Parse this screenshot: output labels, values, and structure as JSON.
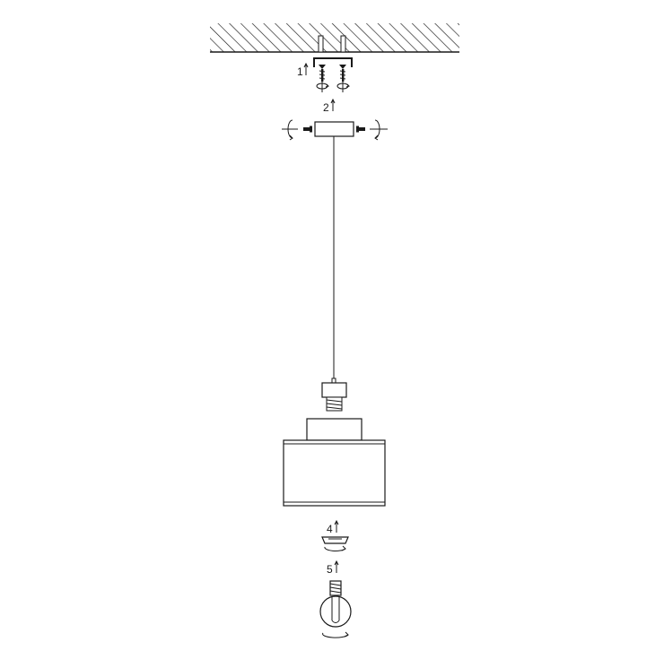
{
  "diagram": {
    "steps": [
      {
        "label": "1",
        "part": "mounting-bracket-screws"
      },
      {
        "label": "2",
        "part": "canopy"
      },
      {
        "label": "4",
        "part": "shade-ring"
      },
      {
        "label": "5",
        "part": "light-bulb"
      }
    ]
  },
  "colors": {
    "line": "#1a1a1a",
    "fill": "#ffffff"
  }
}
